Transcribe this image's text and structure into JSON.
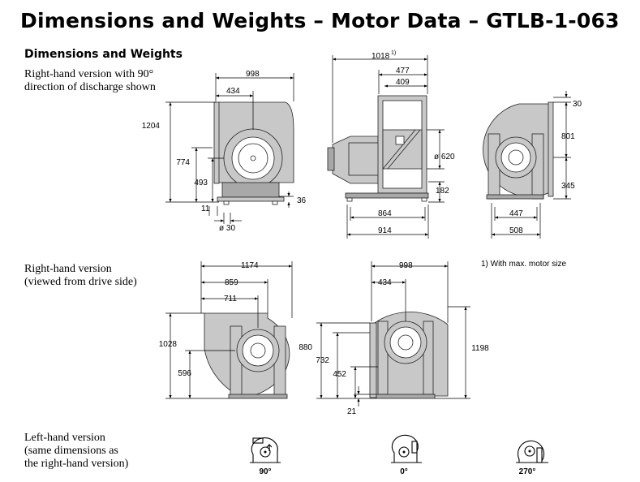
{
  "title": "Dimensions and Weights – Motor Data – GTLB-1-063",
  "subtitle": "Dimensions and Weights",
  "captions": {
    "rh90_line1": "Right-hand version with 90°",
    "rh90_line2": "direction of discharge shown",
    "rh_line1": "Right-hand version",
    "rh_line2": "(viewed from drive side)",
    "lh_line1": "Left-hand version",
    "lh_line2": "(same dimensions as",
    "lh_line3": "the right-hand version)"
  },
  "footnote": "1) With max. motor size",
  "dims": {
    "v1": {
      "d998": "998",
      "d434": "434",
      "d1204": "1204",
      "d774": "774",
      "d493": "493",
      "d11": "11",
      "d36": "36",
      "d30": "ø 30"
    },
    "v2": {
      "d1018": "1018",
      "sup": "1)",
      "d477": "477",
      "d409": "409",
      "d620": "ø 620",
      "d182": "182",
      "d864": "864",
      "d914": "914"
    },
    "v3": {
      "d30": "30",
      "d801": "801",
      "d345": "345",
      "d447": "447",
      "d508": "508"
    },
    "v4": {
      "d1174": "1174",
      "d859": "859",
      "d711": "711",
      "d1028": "1028",
      "d596": "596"
    },
    "v5": {
      "d998": "998",
      "d434": "434",
      "d880": "880",
      "d732": "732",
      "d452": "452",
      "d21": "21",
      "d1198": "1198"
    }
  },
  "orientations": [
    "90°",
    "0°",
    "270°"
  ]
}
